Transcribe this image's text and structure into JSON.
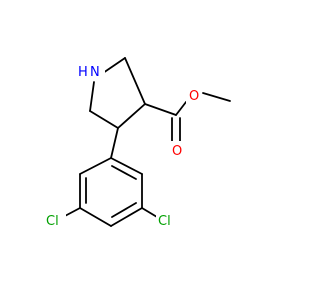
{
  "molecule": {
    "atoms": {
      "nitrogen": {
        "symbol": "N",
        "hydrogen": "H",
        "color": "#0000ff"
      },
      "ester_oxygen": {
        "symbol": "O",
        "color": "#ff0000"
      },
      "carbonyl_oxygen": {
        "symbol": "O",
        "color": "#ff0000"
      },
      "chlorine_left": {
        "symbol": "Cl",
        "color": "#00a000"
      },
      "chlorine_right": {
        "symbol": "Cl",
        "color": "#00a000"
      }
    },
    "bond_color": "#000000"
  }
}
